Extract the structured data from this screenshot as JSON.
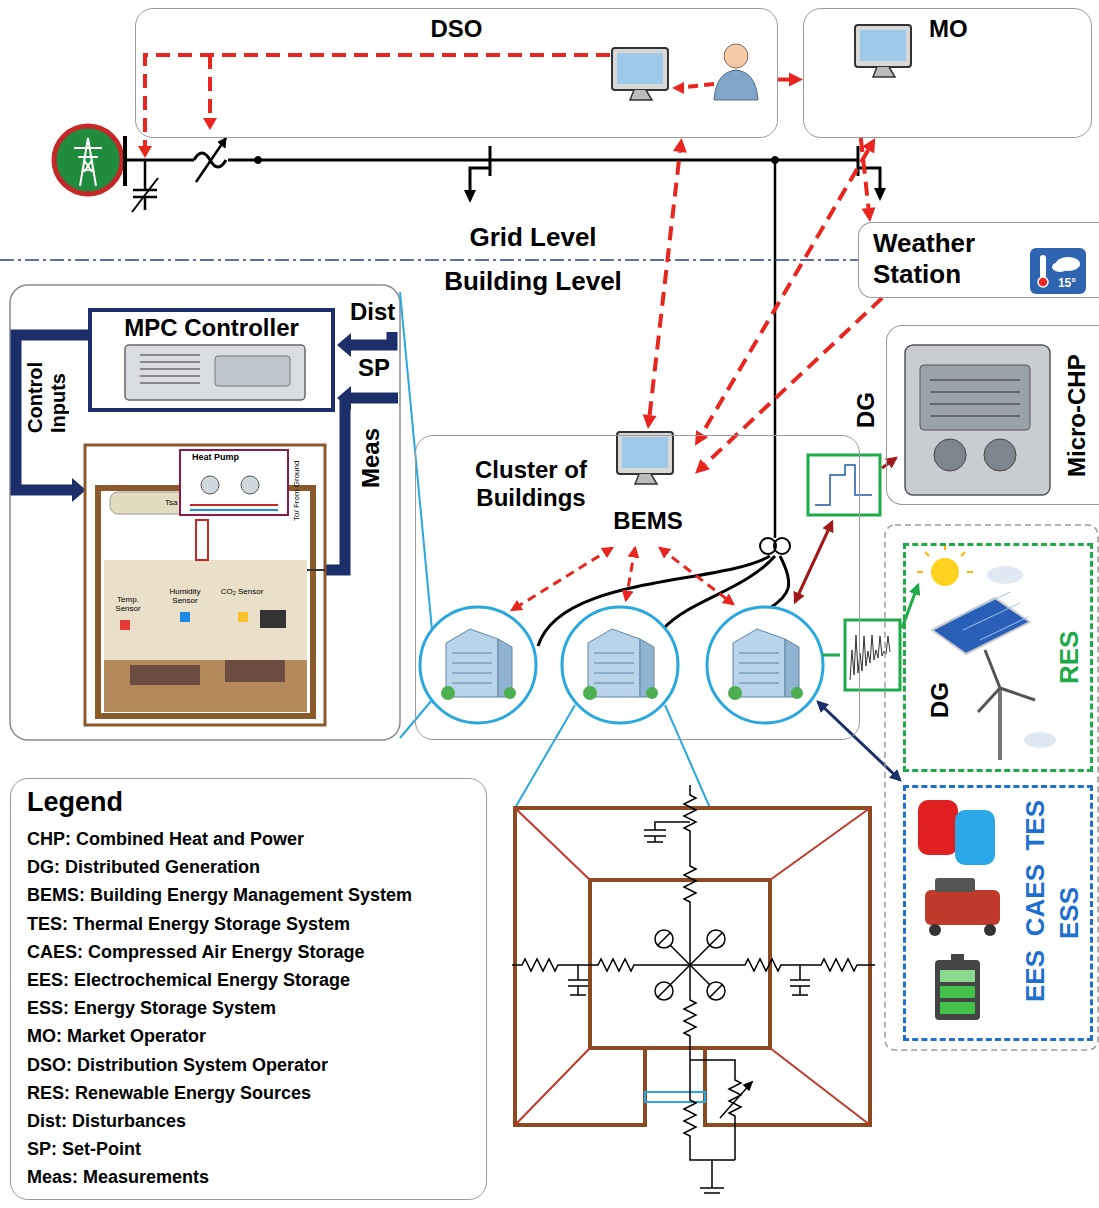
{
  "diagram": {
    "nodes": [
      {
        "text": [
          "DSO"
        ]
      },
      {
        "text": [
          "MO"
        ]
      },
      {
        "text": [
          "Weather Station"
        ]
      },
      {
        "text": [
          "MPC Controller"
        ]
      },
      {
        "text": [
          "Cluster of Buildings"
        ]
      },
      {
        "text": [
          "BEMS"
        ],
        "in": 4
      },
      {
        "text": [
          "Micro-CHP"
        ]
      },
      {
        "text": [
          "RES"
        ]
      },
      {
        "text": [
          "ESS"
        ]
      },
      {
        "text": [
          "Legend"
        ]
      }
    ],
    "edges": [
      {
        "from": 0,
        "to": 1,
        "arrow": "to"
      },
      {
        "from": 1,
        "to": 2,
        "arrow": "to"
      },
      {
        "from": 2,
        "to": 5,
        "arrow": "to"
      },
      {
        "from": 1,
        "to": 5,
        "arrow": "both"
      },
      {
        "from": 5,
        "to": 0,
        "arrow": "both"
      }
    ],
    "labels": [
      "Grid Level",
      "Building Level",
      "15°",
      "Dist",
      "SP",
      "Meas",
      "Control Inputs",
      "Heat Pump",
      "To/ From Ground",
      "Tsa",
      "Temp. Sensor",
      "Humidity Sensor",
      "CO₂ Sensor",
      "DG",
      "DG",
      "TES",
      "CAES",
      "EES"
    ],
    "legend": [
      {
        "text": "CHP: Combined Heat and Power"
      },
      {
        "text": "DG: Distributed Generation"
      },
      {
        "text": "BEMS: Building Energy Management System"
      },
      {
        "text": "TES: Thermal Energy Storage System"
      },
      {
        "text": "CAES: Compressed Air Energy Storage"
      },
      {
        "text": "EES: Electrochemical Energy Storage"
      },
      {
        "text": "ESS: Energy Storage System"
      },
      {
        "text": "MO: Market Operator"
      },
      {
        "text": "DSO: Distribution System Operator"
      },
      {
        "text": "RES: Renewable Energy Sources"
      },
      {
        "text": "Dist: Disturbances"
      },
      {
        "text": "SP: Set-Point"
      },
      {
        "text": "Meas: Measurements"
      }
    ]
  }
}
